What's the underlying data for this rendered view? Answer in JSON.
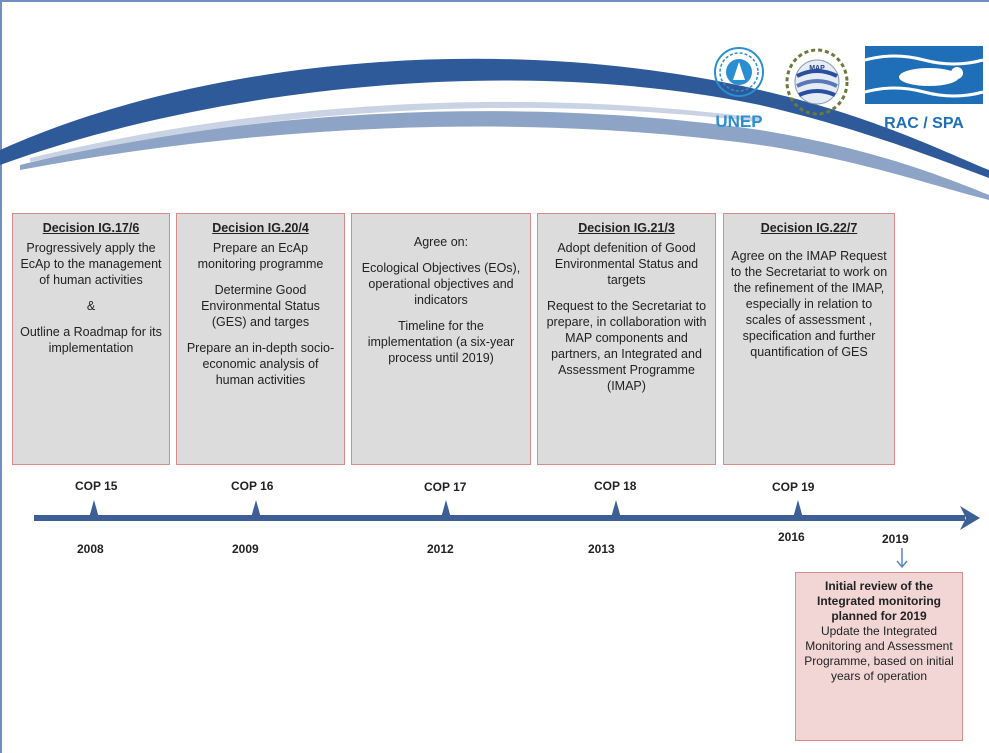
{
  "logos": {
    "unep": "UNEP",
    "racspa": "RAC / SPA",
    "map": "MAP"
  },
  "boxes": [
    {
      "title": "Decision IG.17/6",
      "lines": [
        "Progressively apply the EcAp to the management of human activities",
        "&",
        "Outline a Roadmap for its implementation"
      ]
    },
    {
      "title": "Decision IG.20/4",
      "lines": [
        "Prepare an EcAp monitoring programme",
        "Determine Good Environmental Status (GES) and targes",
        "Prepare an in-depth socio-economic analysis of human activities"
      ]
    },
    {
      "title": "",
      "lines": [
        "Agree on:",
        "Ecological Objectives (EOs), operational objectives and indicators",
        "Timeline for the implementation (a six-year process until 2019)"
      ]
    },
    {
      "title": "Decision IG.21/3",
      "lines": [
        "Adopt defenition of Good Environmental Status and targets",
        "Request to the Secretariat to prepare, in collaboration with MAP components and partners, an Integrated and Assessment Programme (IMAP)"
      ]
    },
    {
      "title": "Decision IG.22/7",
      "lines": [
        "Agree on the IMAP Request to the Secretariat to work on the refinement of the IMAP, especially in relation to scales  of assessment , specification and further quantification of GES"
      ]
    }
  ],
  "timeline": [
    {
      "cop": "COP 15",
      "year": "2008"
    },
    {
      "cop": "COP 16",
      "year": "2009"
    },
    {
      "cop": "COP 17",
      "year": "2012"
    },
    {
      "cop": "COP 18",
      "year": "2013"
    },
    {
      "cop": "COP 19",
      "year": "2016"
    }
  ],
  "future": {
    "year": "2019"
  },
  "review": {
    "title": "Initial review of the Integrated monitoring planned for 2019",
    "body": "Update the Integrated Monitoring and Assessment Programme, based on initial years of operation"
  },
  "colors": {
    "arrow": "#3d5f95",
    "box_fill": "#dcdcdc",
    "box_border": "#d98a8a",
    "review_fill": "#f2d5d5"
  }
}
